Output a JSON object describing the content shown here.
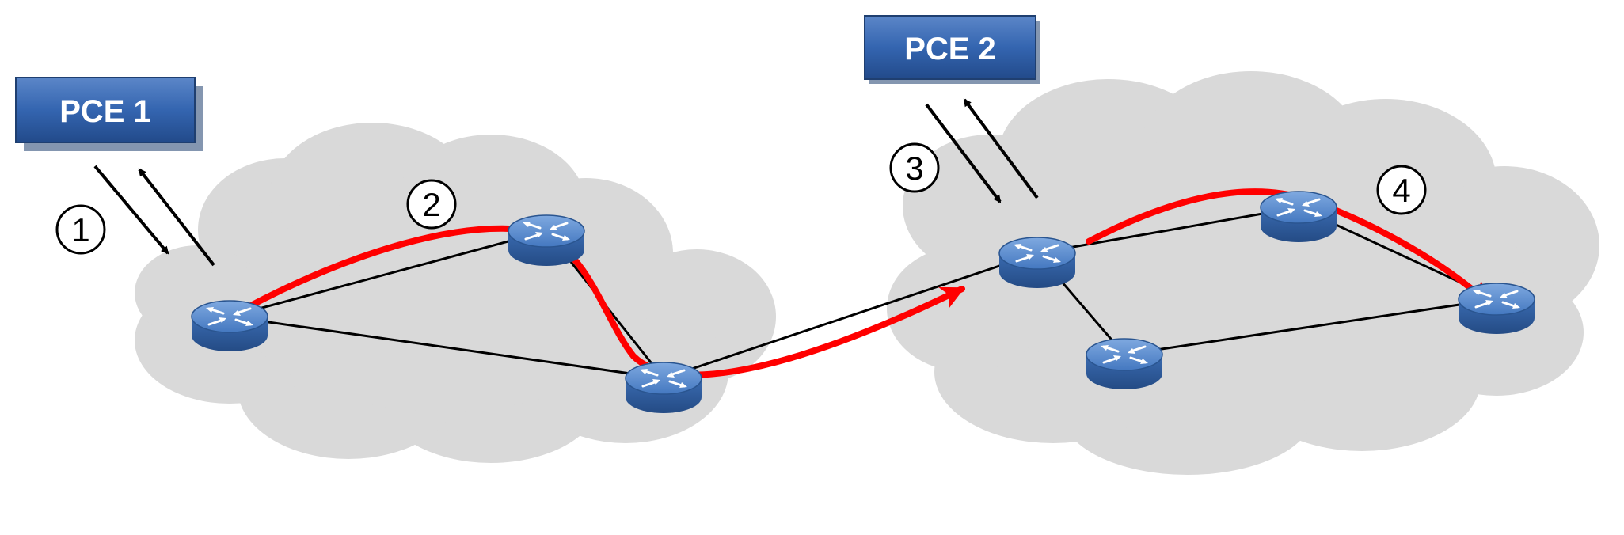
{
  "pce_boxes": [
    {
      "label": "PCE 1"
    },
    {
      "label": "PCE 2"
    }
  ],
  "step_markers": [
    {
      "label": "1"
    },
    {
      "label": "2"
    },
    {
      "label": "3"
    },
    {
      "label": "4"
    }
  ],
  "routers": [
    {
      "name": "router-a1"
    },
    {
      "name": "router-a2"
    },
    {
      "name": "router-a3"
    },
    {
      "name": "router-b1"
    },
    {
      "name": "router-b2"
    },
    {
      "name": "router-b3"
    },
    {
      "name": "router-b4"
    }
  ],
  "colors": {
    "cloud": "#d9d9d9",
    "path": "#ff0000",
    "link": "#000000",
    "pce_box": "#2f5fa8",
    "router_top": "#5b8fd0",
    "router_body": "#2e5c9c"
  }
}
